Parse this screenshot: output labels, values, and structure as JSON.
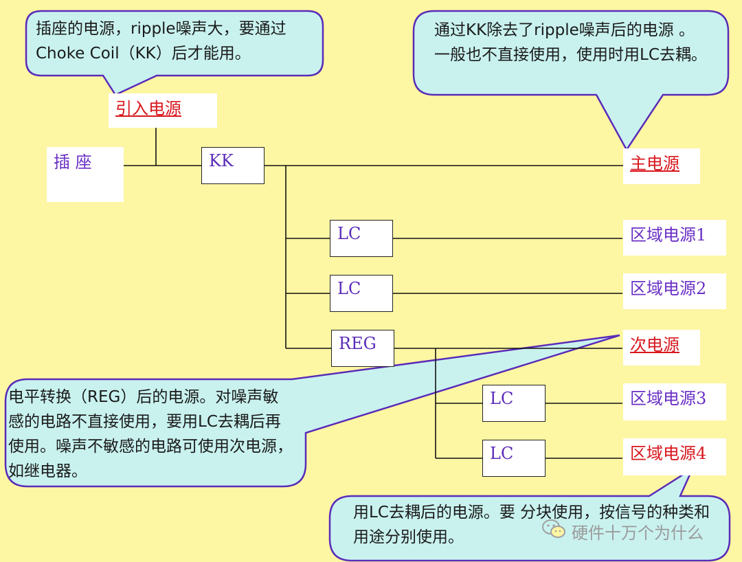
{
  "callouts": {
    "top_left": "插座的电源，ripple噪声大，要通过Choke Coil（KK）后才能用。",
    "top_right": "通过KK除去了ripple噪声后的电源 。一般也不直接使用，使用时用LC去耦。",
    "middle_left": "电平转换（REG）后的电源。对噪声敏感的电路不直接使用，要用LC去耦后再使用。噪声不敏感的电路可使用次电源，如继电器。",
    "bottom_right": "用LC去耦后的电源。要 分块使用，按信号的种类和用途分别使用。"
  },
  "labels": {
    "input_power": "引入电源",
    "socket": "插 座",
    "main_power": "主电源",
    "zone1": "区域电源1",
    "zone2": "区域电源2",
    "secondary_power": "次电源",
    "zone3": "区域电源3",
    "zone4": "区域电源4"
  },
  "boxes": {
    "kk": "KK",
    "lc1": "LC",
    "lc2": "LC",
    "reg": "REG",
    "lc3": "LC",
    "lc4": "LC"
  },
  "watermark": {
    "text": "硬件十万个为什么",
    "icon": "wechat-icon"
  },
  "colors": {
    "background": "#fdf6a3",
    "callout_fill": "#c9f2ef",
    "callout_border": "#5b2bb8",
    "purple_text": "#6a2fc4",
    "red_text": "#d8161c"
  }
}
